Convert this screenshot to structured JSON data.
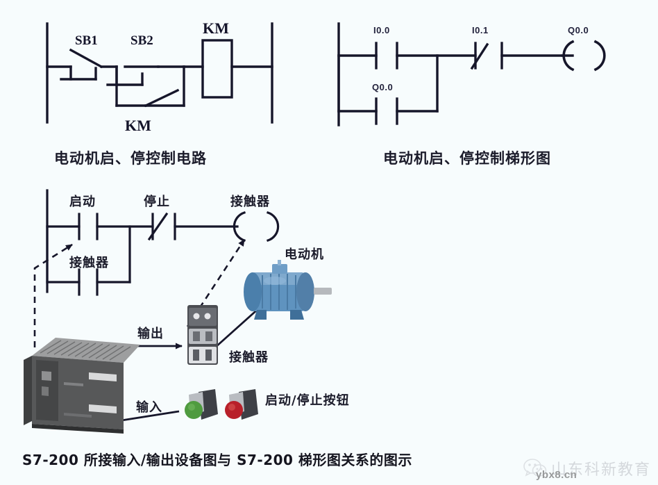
{
  "page": {
    "background_color": "#f7fcfd",
    "ink_color": "#16162a"
  },
  "relay_circuit": {
    "title_caption": "电动机启、停控制电路",
    "labels": {
      "sb1": "SB1",
      "sb2": "SB2",
      "km_coil": "KM",
      "km_aux": "KM"
    }
  },
  "ladder_top": {
    "title_caption": "电动机启、停控制梯形图",
    "labels": {
      "input_start": "I0.0",
      "input_stop": "I0.1",
      "output_coil": "Q0.0",
      "latch_contact": "Q0.0"
    }
  },
  "ladder_bottom": {
    "labels": {
      "start": "启动",
      "stop": "停止",
      "contactor_coil": "接触器",
      "contactor_latch": "接触器"
    }
  },
  "devices": {
    "motor_label": "电动机",
    "contactor_label": "接触器",
    "output_label": "输出",
    "input_label": "输入",
    "buttons_label": "启动/停止按钮",
    "plc_name": "S7-200",
    "button_start_color": "#4f9b3f",
    "button_stop_color": "#b8202a",
    "motor_color": "#5f93bf"
  },
  "bottom_caption": "S7-200 所接输入/输出设备图与 S7-200 梯形图关系的图示",
  "watermark": {
    "brand": "山东科新教育",
    "url": "ybx8.cn",
    "icon": "wechat-icon"
  }
}
